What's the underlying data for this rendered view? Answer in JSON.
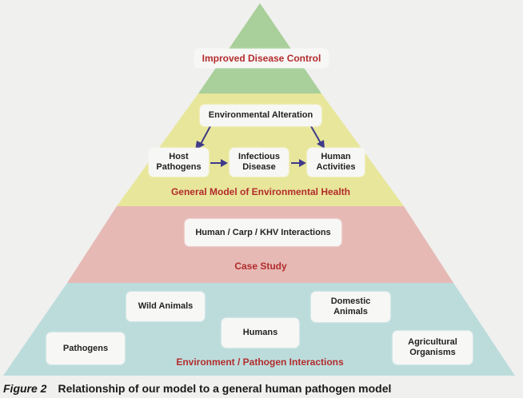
{
  "tiers": {
    "top": {
      "title": "Improved Disease Control",
      "color": "#a9cf9a"
    },
    "second": {
      "title": "General Model of Environmental Health",
      "color": "#e8e69a",
      "nodes": {
        "environmental_alteration": "Environmental Alteration",
        "host_pathogens": "Host\nPathogens",
        "infectious_disease": "Infectious\nDisease",
        "human_activities": "Human\nActivities"
      },
      "arrow_color": "#3f3a8a"
    },
    "third": {
      "title": "Case Study",
      "color": "#e6b9b5",
      "nodes": {
        "interactions": "Human / Carp / KHV Interactions"
      }
    },
    "base": {
      "title": "Environment / Pathogen  Interactions",
      "color": "#bcdcdc",
      "nodes": {
        "wild_animals": "Wild Animals",
        "domestic_animals": "Domestic\nAnimals",
        "humans": "Humans",
        "pathogens": "Pathogens",
        "agricultural_organisms": "Agricultural\nOrganisms"
      }
    }
  },
  "caption": {
    "figure_label": "Figure 2",
    "text": "Relationship of our model to a general human pathogen model"
  }
}
